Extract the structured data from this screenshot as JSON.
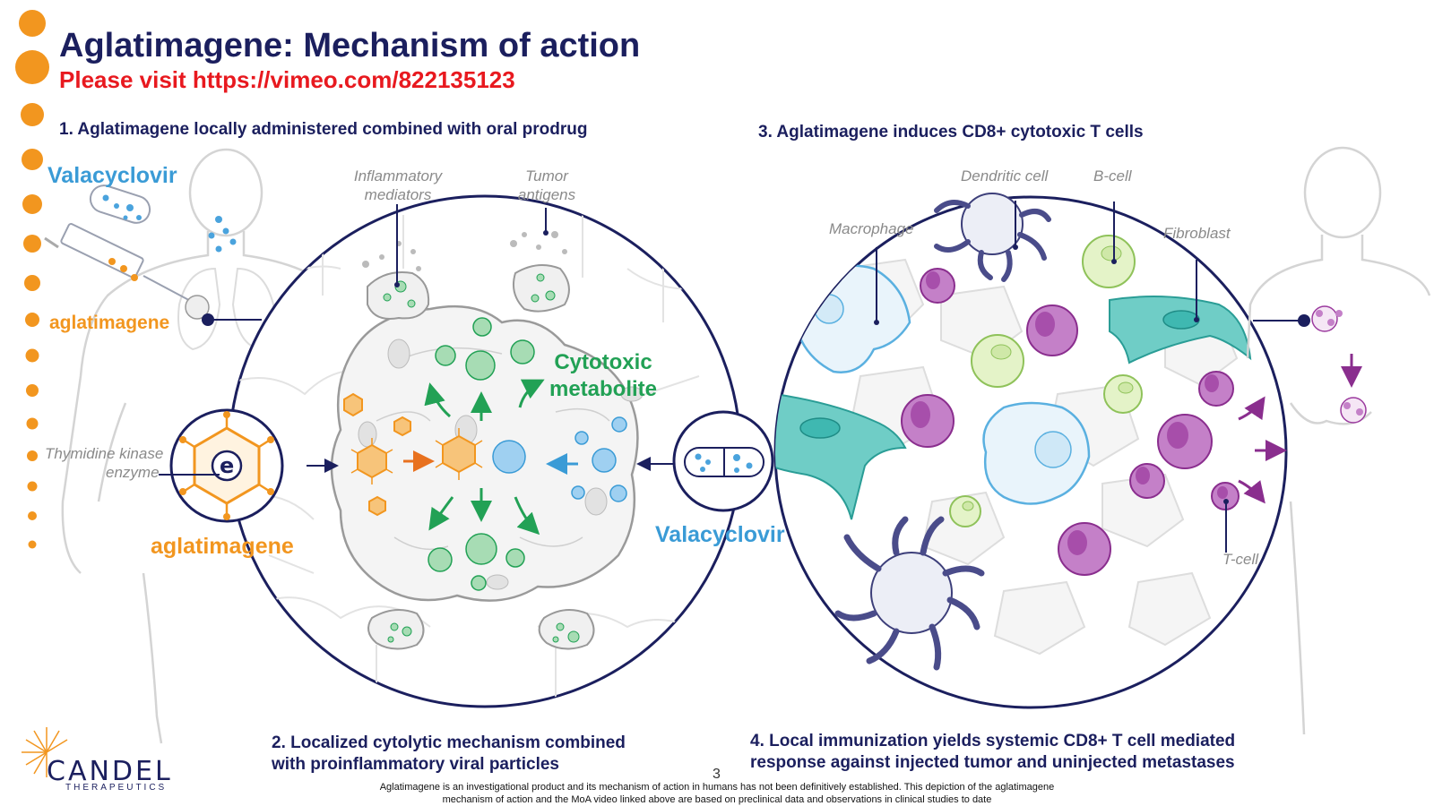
{
  "title": "Aglatimagene: Mechanism of action",
  "subtitle": "Please visit https://vimeo.com/822135123",
  "steps": {
    "step1": "1. Aglatimagene locally administered combined with oral prodrug",
    "step2_line1": "2. Localized cytolytic mechanism combined",
    "step2_line2": "with proinflammatory viral particles",
    "step3": "3. Aglatimagene induces CD8+ cytotoxic T cells",
    "step4_line1": "4. Local immunization yields systemic CD8+ T cell mediated",
    "step4_line2": "response against injected tumor and uninjected metastases"
  },
  "labels": {
    "valacyclovir_left": "Valacyclovir",
    "aglatimagene_left": "aglatimagene",
    "thymidine_line1": "Thymidine kinase",
    "thymidine_line2": "enzyme",
    "aglatimagene_bottom": "aglatimagene",
    "inflammatory_line1": "Inflammatory",
    "inflammatory_line2": "mediators",
    "tumor_line1": "Tumor",
    "tumor_line2": "antigens",
    "cytotoxic_line1": "Cytotoxic",
    "cytotoxic_line2": "metabolite",
    "valacyclovir_right": "Valacyclovir",
    "dendritic": "Dendritic cell",
    "bcell": "B-cell",
    "macrophage": "Macrophage",
    "fibroblast": "Fibroblast",
    "tcell": "T-cell",
    "enzyme_glyph": "e"
  },
  "logo": {
    "name": "CANDEL",
    "tagline": "THERAPEUTICS"
  },
  "page_number": "3",
  "footnote_line1": "Aglatimagene is an investigational product and its mechanism of action in humans has not been definitively established. This depiction of the aglatimagene",
  "footnote_line2": "mechanism of action and the MoA video linked above are based on preclinical data and observations in clinical studies to date",
  "colors": {
    "navy": "#1b1f5e",
    "red": "#e8191f",
    "blue": "#3a9bd6",
    "orange": "#f2961f",
    "green": "#22a155",
    "purple": "#9b3a9e",
    "teal": "#3fb8b1",
    "lime": "#c8e6a0"
  },
  "icons": [
    "orange-dot-icon",
    "body-outline-icon",
    "pill-icon",
    "syringe-icon",
    "virus-particle-icon",
    "tumor-cell-icon",
    "dendritic-cell-icon",
    "macrophage-icon",
    "fibroblast-icon",
    "t-cell-icon",
    "b-cell-icon",
    "arrow-icon",
    "logo-sun-icon"
  ]
}
